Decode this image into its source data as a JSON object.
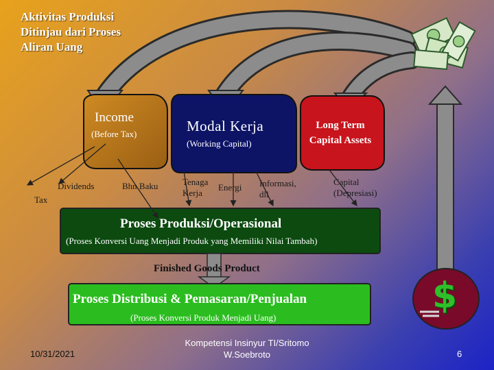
{
  "title_lines": [
    "Aktivitas Produksi",
    "Ditinjau dari Proses",
    "Aliran Uang"
  ],
  "sources": {
    "income": {
      "label": "Income",
      "sub": "(Before Tax)"
    },
    "modal_kerja": {
      "label": "Modal Kerja",
      "sub": "(Working Capital)"
    },
    "long_term": {
      "label_lines": [
        "Long Term",
        "Capital Assets"
      ]
    }
  },
  "flows": {
    "dividends": "Dividends",
    "tax": "Tax",
    "bhn_baku": "Bhn Baku",
    "tenaga_kerja_lines": [
      "Tenaga",
      "Kerja"
    ],
    "energi": "Energi",
    "informasi_lines": [
      "Informasi,",
      "dll"
    ],
    "capital_lines": [
      "Capital",
      "(Depresiasi)"
    ]
  },
  "production": {
    "title": "Proses Produksi/Operasional",
    "sub": "(Proses Konversi Uang Menjadi Produk yang Memiliki Nilai Tambah)"
  },
  "finished_goods": "Finished Goods Product",
  "distribution": {
    "title": "Proses Distribusi & Pemasaran/Penjualan",
    "sub": "(Proses Konversi Produk Menjadi Uang)"
  },
  "icons": {
    "money": "money-bills-icon",
    "dollar": "dollar-sign-icon",
    "dollar_glyph": "$"
  },
  "colors": {
    "income_box": "#b8751c",
    "modal_box": "#0d1466",
    "long_term_box": "#c8141c",
    "production_box": "#0c4a10",
    "distribution_box": "#2bbd1f",
    "dollar_circle": "#7a0a2a",
    "arrow_gray": "#8c8c8c"
  },
  "footer": {
    "date": "10/31/2021",
    "author_lines": [
      "Kompetensi Insinyur TI/Sritomo",
      "W.Soebroto"
    ],
    "page": "6"
  }
}
